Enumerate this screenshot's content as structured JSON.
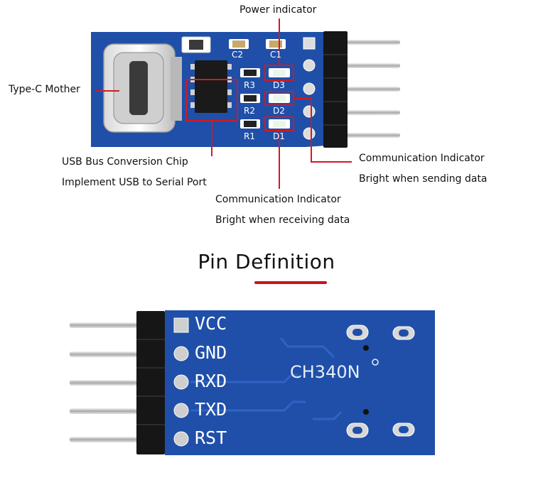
{
  "callouts": {
    "power_indicator": "Power indicator",
    "type_c": "Type-C Mother",
    "chip_line1": "USB Bus Conversion Chip",
    "chip_line2": "Implement USB to Serial Port",
    "rx_line1": "Communication Indicator",
    "rx_line2": "Bright when receiving data",
    "tx_line1": "Communication Indicator",
    "tx_line2": "Bright when sending data"
  },
  "section_title": "Pin Definition",
  "top_board_silk": {
    "c1": "C1",
    "c2": "C2",
    "r1": "R1",
    "r2": "R2",
    "r3": "R3",
    "d1": "D1",
    "d2": "D2",
    "d3": "D3"
  },
  "pins": [
    "VCC",
    "GND",
    "RXD",
    "TXD",
    "RST"
  ],
  "chip_name": "CH340N",
  "colors": {
    "board_blue": "#1f4fa8",
    "callout_red": "#d01a22",
    "pin_silver": "#c9c9c9",
    "header_black": "#161616"
  }
}
